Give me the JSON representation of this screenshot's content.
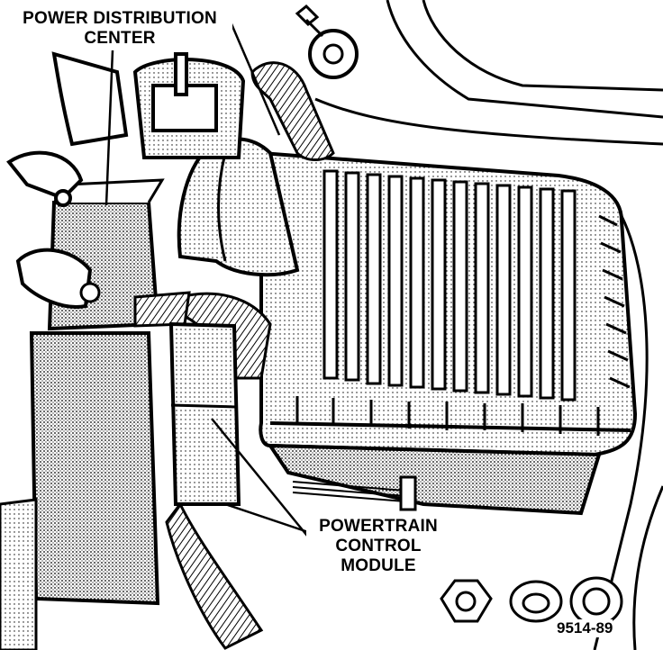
{
  "callouts": {
    "pdc_line1": "POWER DISTRIBUTION",
    "pdc_line2": "CENTER",
    "pcm_line1": "POWERTRAIN",
    "pcm_line2": "CONTROL",
    "pcm_line3": "MODULE"
  },
  "figure_number": "9514-89",
  "colors": {
    "ink": "#000000",
    "paper": "#ffffff",
    "shade": "#c8c8c8"
  }
}
